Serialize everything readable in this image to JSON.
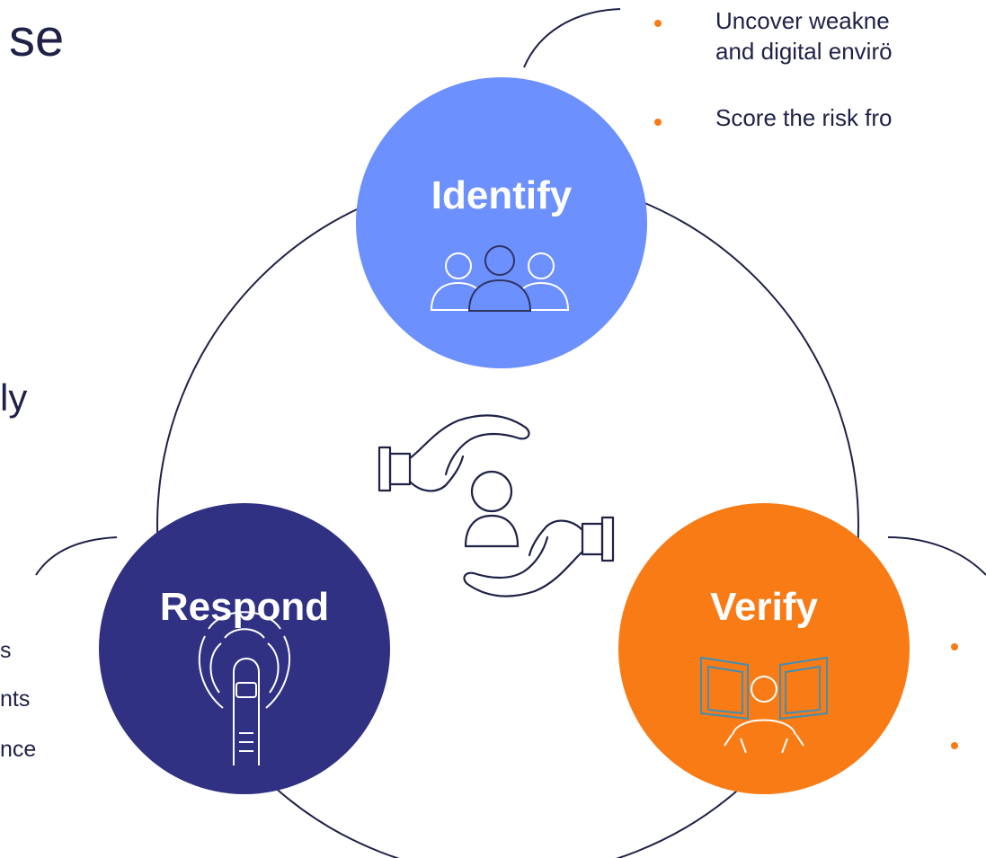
{
  "diagram": {
    "left_title_fragment": "se",
    "left_mid_fragment": "ly",
    "left_list_fragments": [
      "s",
      "nts",
      "nce"
    ],
    "nodes": {
      "identify": {
        "label": "Identify",
        "color": "#6d90ff",
        "icon": "people-group-icon"
      },
      "respond": {
        "label": "Respond",
        "color": "#303182",
        "icon": "touch-fingerprint-icon"
      },
      "verify": {
        "label": "Verify",
        "color": "#f97b16",
        "icon": "monitors-analyst-icon"
      }
    },
    "center_icon": "hands-protecting-person-icon",
    "identify_bullets": [
      "Uncover weakne",
      "and digital envirö",
      "Score the risk fro"
    ],
    "ring_color": "#1f2147",
    "bullet_dot_color": "#f97b16"
  }
}
